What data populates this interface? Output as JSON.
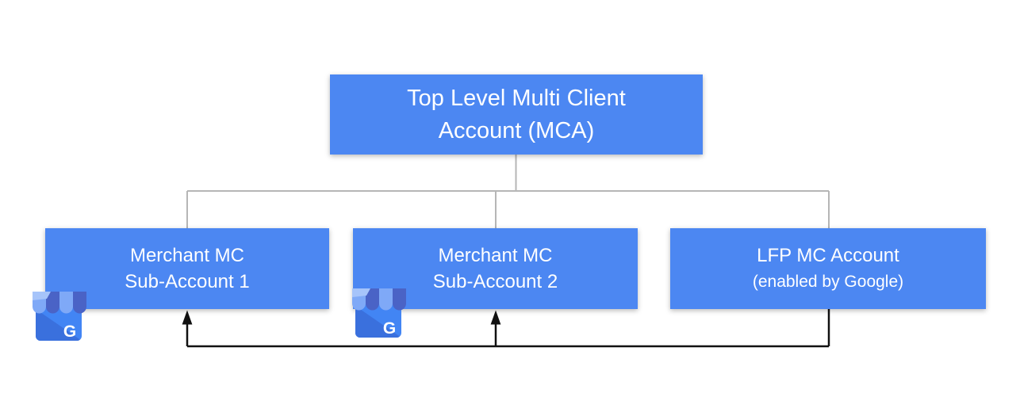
{
  "nodes": {
    "root": {
      "line1": "Top Level Multi Client",
      "line2": "Account (MCA)"
    },
    "merchant1": {
      "line1": "Merchant MC",
      "line2": "Sub-Account 1"
    },
    "merchant2": {
      "line1": "Merchant MC",
      "line2": "Sub-Account 2"
    },
    "lfp": {
      "line1": "LFP MC Account",
      "line2": "(enabled by Google)"
    }
  },
  "icons": {
    "business_profile": {
      "semantic": "google-business-profile-storefront",
      "letter": "G"
    }
  },
  "connections": {
    "tree": "Top Level MCA branches to Merchant MC Sub-Account 1, Merchant MC Sub-Account 2, LFP MC Account",
    "flow": "LFP MC Account feeds arrows up into Merchant MC Sub-Account 1 and Merchant MC Sub-Account 2"
  },
  "colors": {
    "node_fill": "#4C87F2",
    "node_text": "#FFFFFF",
    "tree_line": "#B6B6B6",
    "flow_line": "#111111",
    "icon_body": "#4285F4",
    "icon_body_shade": "#3A70DD",
    "icon_awning_light": "#7FA9F7",
    "icon_awning_dark": "#4A63C6",
    "icon_awning_highlight": "#A6C4FA",
    "background": "#FFFFFF"
  }
}
